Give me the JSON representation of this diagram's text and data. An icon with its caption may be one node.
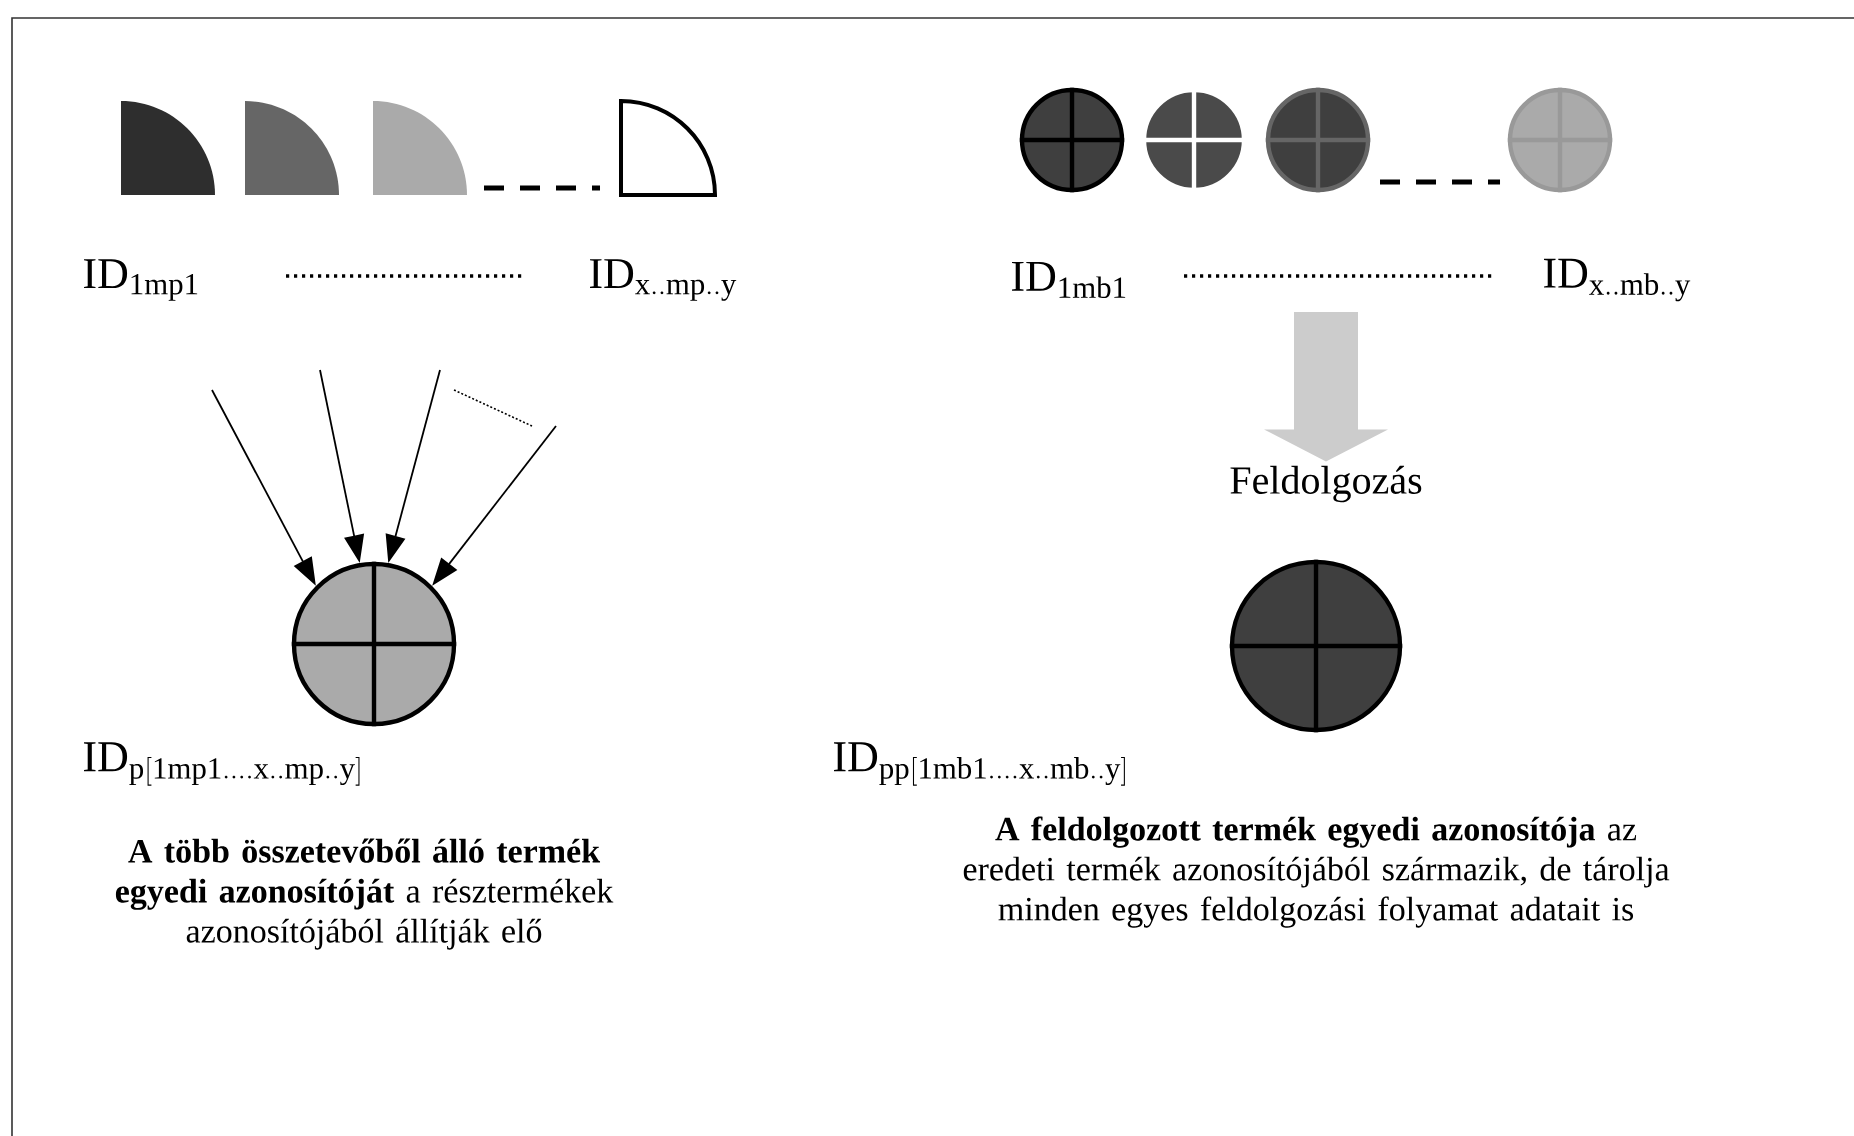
{
  "diagram": {
    "nodes": [
      {
        "text": [],
        "shape": "quadrant"
      },
      {
        "text": [],
        "shape": "quadrant"
      },
      {
        "text": [],
        "shape": "quadrant"
      },
      {
        "text": [],
        "shape": "quadrant"
      },
      {
        "text": [],
        "shape": "circle"
      },
      {
        "text": [],
        "shape": "circle"
      },
      {
        "text": [],
        "shape": "circle"
      },
      {
        "text": [],
        "shape": "circle"
      },
      {
        "text": [],
        "shape": "circle"
      },
      {
        "text": [
          "Feldolgozás"
        ]
      },
      {
        "text": [],
        "shape": "circle"
      }
    ],
    "edges": [
      {
        "from": null,
        "to": 8,
        "arrow": "to"
      },
      {
        "from": null,
        "to": 8,
        "arrow": "to"
      },
      {
        "from": null,
        "to": 8,
        "arrow": "to"
      },
      {
        "from": null,
        "to": 8,
        "arrow": "to"
      },
      {
        "from": null,
        "to": 9,
        "arrow": "to",
        "style": "thick",
        "color": "#cccccc"
      }
    ],
    "labels": [
      "\\mathrm{ID}_{\\mathrm{1mp1}}",
      "\\mathrm{ID}_{\\mathrm{x..mp..y}}",
      "\\mathrm{ID}_{\\mathrm{1mb1}}",
      "\\mathrm{ID}_{\\mathrm{x..mb..y}}",
      "\\mathrm{ID}_{\\mathrm{p[1mp1\\ldots.x..mp..y]}}",
      "\\mathrm{ID}_{\\mathrm{pp[1mb1\\ldots.x..mb..y]}}",
      "**A több összetevőből álló termék egyedi azonosítóját** a résztermékek azonosítójából állítják elő",
      "**A feldolgozott termék egyedi azonosítója** az eredeti termék azonosítójából származik, de tárolja minden egyes feldolgozási folyamat adatait is"
    ]
  }
}
